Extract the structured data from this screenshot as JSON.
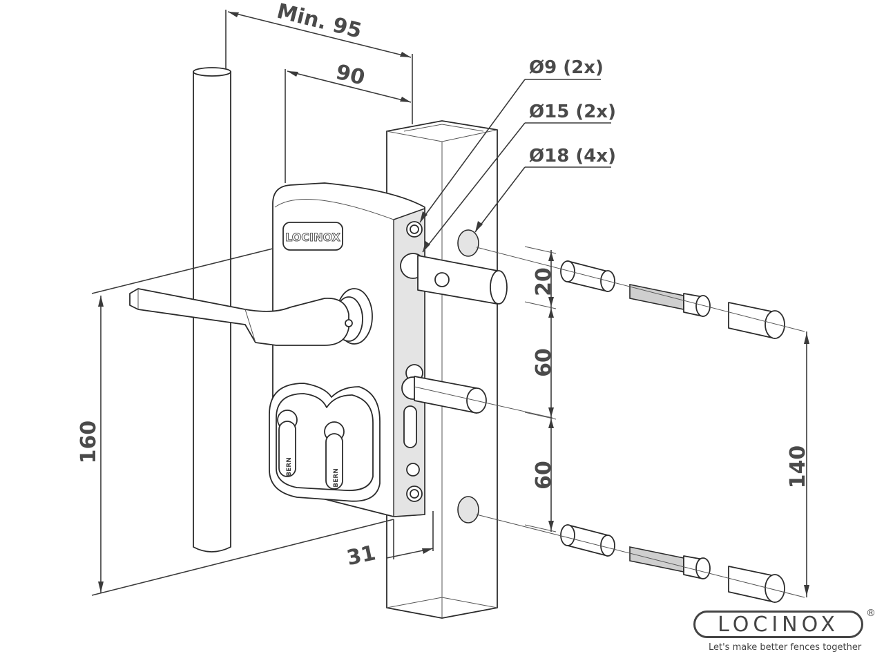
{
  "dimensions": {
    "min95": "Min. 95",
    "d90": "90",
    "d160": "160",
    "d31": "31",
    "d20": "20",
    "d60a": "60",
    "d60b": "60",
    "d140": "140"
  },
  "callouts": {
    "c9": "Ø9 (2x)",
    "c15": "Ø15 (2x)",
    "c18": "Ø18 (4x)"
  },
  "lock_plate_text": "LOCINOX",
  "cylinder_text": "BERN",
  "brand": {
    "logo": "LOCINOX",
    "reg": "®",
    "tagline": "Let's make better fences together"
  },
  "colors": {
    "line": "#3a3a3a",
    "text": "#4a4a4a",
    "shade": "#e4e4e4"
  }
}
